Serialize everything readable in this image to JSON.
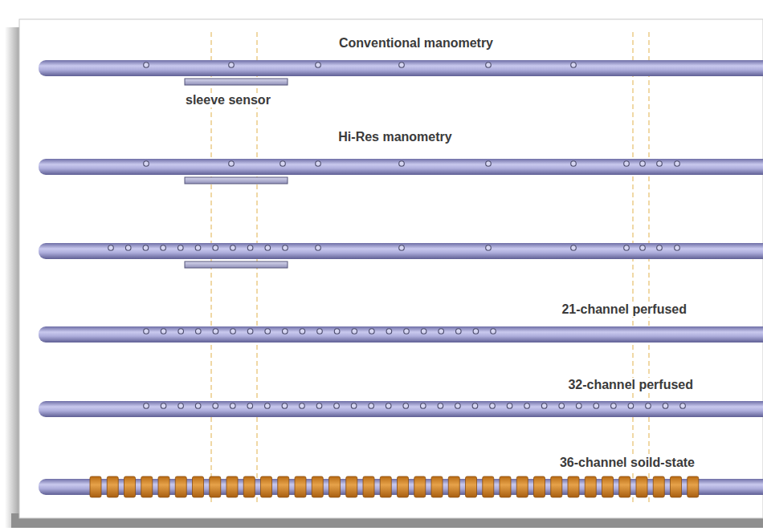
{
  "diagram": {
    "labels": [
      "Conventional manometry",
      "sleeve sensor",
      "Hi-Res manometry",
      "21-channel perfused",
      "32-channel perfused",
      "36-channel soild-state"
    ]
  }
}
